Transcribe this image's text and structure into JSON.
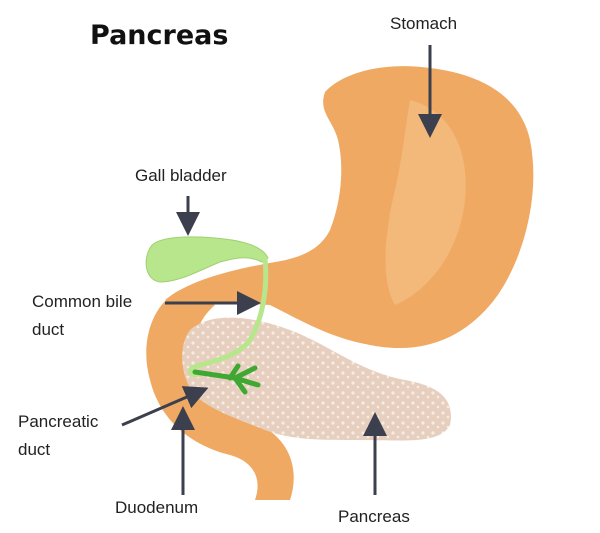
{
  "title": "Pancreas",
  "labels": {
    "stomach": "Stomach",
    "gall_bladder": "Gall bladder",
    "common_bile_duct_line1": "Common bile",
    "common_bile_duct_line2": "duct",
    "pancreatic_duct_line1": "Pancreatic",
    "pancreatic_duct_line2": "duct",
    "duodenum": "Duodenum",
    "pancreas": "Pancreas"
  },
  "colors": {
    "stomach": "#f0a963",
    "stomach_highlight": "#f4bd80",
    "gall_bladder": "#b8e68c",
    "pancreas": "#ead6c8",
    "pancreatic_duct": "#3fa832",
    "arrow": "#3b3f4e"
  }
}
